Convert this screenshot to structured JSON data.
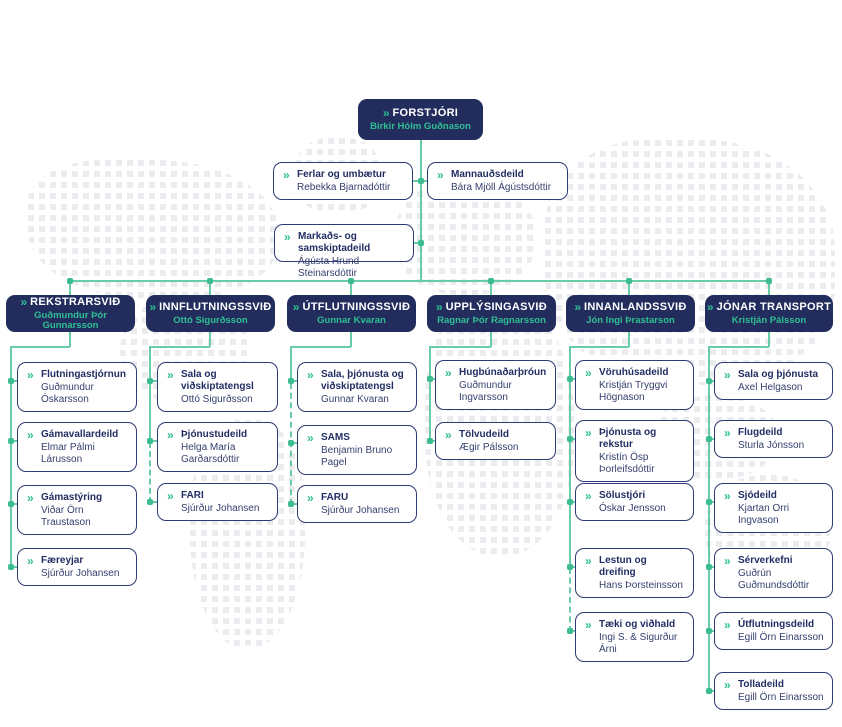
{
  "palette": {
    "navy": "#222d5e",
    "teal": "#2fbf92",
    "line": "#6acca7",
    "dot": "#3bbd90",
    "map": "#ececf0"
  },
  "icons": {
    "chevron": "»"
  },
  "org": {
    "root": {
      "title": "FORSTJÓRI",
      "name": "Birkir Hólm Guðnason"
    },
    "staff": [
      {
        "title": "Ferlar og umbætur",
        "name": "Rebekka Bjarnadóttir"
      },
      {
        "title": "Mannauðsdeild",
        "name": "Bára Mjöll Ágústsdóttir"
      },
      {
        "title": "Markaðs- og samskiptadeild",
        "name": "Ágústa Hrund Steinarsdóttir"
      }
    ],
    "divisions": [
      {
        "title": "REKSTRARSVIÐ",
        "name": "Guðmundur Þór Gunnarsson",
        "children": [
          {
            "title": "Flutningastjórnun",
            "name": "Guðmundur Óskarsson"
          },
          {
            "title": "Gámavallardeild",
            "name": "Elmar Pálmi Lárusson"
          },
          {
            "title": "Gámastýring",
            "name": "Viðar Örn Traustason"
          },
          {
            "title": "Færeyjar",
            "name": "Sjúrður Johansen"
          }
        ]
      },
      {
        "title": "INNFLUTNINGSSVIÐ",
        "name": "Ottó Sigurðsson",
        "children": [
          {
            "title": "Sala og viðskiptatengsl",
            "name": "Ottó Sigurðsson"
          },
          {
            "title": "Þjónustudeild",
            "name": "Helga María Garðarsdóttir"
          },
          {
            "title": "FARI",
            "name": "Sjúrður Johansen"
          }
        ]
      },
      {
        "title": "ÚTFLUTNINGSSVIÐ",
        "name": "Gunnar Kvaran",
        "children": [
          {
            "title": "Sala, þjónusta og viðskiptatengsl",
            "name": "Gunnar Kvaran"
          },
          {
            "title": "SAMS",
            "name": "Benjamin Bruno Pagel"
          },
          {
            "title": "FARU",
            "name": "Sjúrður Johansen"
          }
        ]
      },
      {
        "title": "UPPLÝSINGASVIÐ",
        "name": "Ragnar Þór Ragnarsson",
        "children": [
          {
            "title": "Hugbúnaðarþróun",
            "name": "Guðmundur Ingvarsson"
          },
          {
            "title": "Tölvudeild",
            "name": "Ægir Pálsson"
          }
        ]
      },
      {
        "title": "INNANLANDSSVIÐ",
        "name": "Jón Ingi Þrastarson",
        "children": [
          {
            "title": "Vöruhúsadeild",
            "name": "Kristján Tryggvi Högnason"
          },
          {
            "title": "Þjónusta og rekstur",
            "name": "Kristín Ösp Þorleifsdóttir"
          },
          {
            "title": "Sölustjóri",
            "name": "Óskar Jensson"
          },
          {
            "title": "Lestun og dreifing",
            "name": "Hans Þorsteinsson"
          },
          {
            "title": "Tæki og viðhald",
            "name": "Ingi S. & Sigurður Árni"
          }
        ]
      },
      {
        "title": "JÓNAR TRANSPORT",
        "name": "Kristján Pálsson",
        "children": [
          {
            "title": "Sala og þjónusta",
            "name": "Axel Helgason"
          },
          {
            "title": "Flugdeild",
            "name": "Sturla Jónsson"
          },
          {
            "title": "Sjódeild",
            "name": "Kjartan Orri Ingvason"
          },
          {
            "title": "Sérverkefni",
            "name": "Guðrún Guðmundsdóttir"
          },
          {
            "title": "Útflutningsdeild",
            "name": "Egill Örn Einarsson"
          },
          {
            "title": "Tolladeild",
            "name": "Egill Örn Einarsson"
          }
        ]
      }
    ]
  }
}
